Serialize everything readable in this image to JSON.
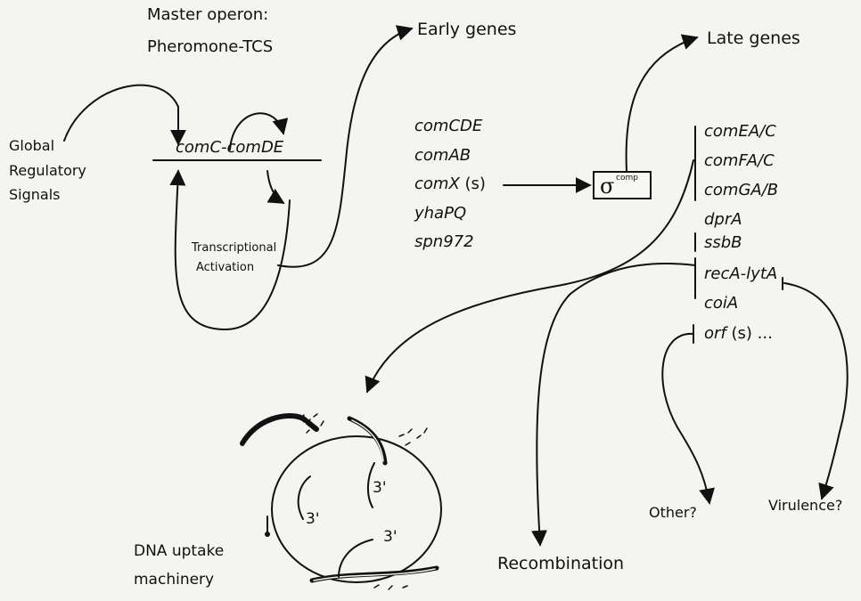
{
  "master": {
    "title_line1": "Master operon:",
    "title_line2": "Pheromone-TCS",
    "operon": "comC-comDE"
  },
  "global": {
    "line1": "Global",
    "line2": "Regulatory",
    "line3": "Signals"
  },
  "activation": {
    "line1": "Transcriptional",
    "line2": "Activation"
  },
  "early": {
    "title": "Early genes",
    "genes": [
      "comCDE",
      "comAB",
      "comX",
      "yhaPQ",
      "spn972"
    ],
    "comx_suffix": "(s)"
  },
  "sigma": {
    "symbol": "σ",
    "superscript": "comp"
  },
  "late": {
    "title": "Late genes",
    "genes": [
      "comEA/C",
      "comFA/C",
      "comGA/B",
      "dprA",
      "ssbB",
      "recA-lytA",
      "coiA",
      "orf"
    ],
    "orf_suffix": "(s) ..."
  },
  "outcomes": {
    "dna_uptake_line1": "DNA uptake",
    "dna_uptake_line2": "machinery",
    "recombination": "Recombination",
    "other": "Other?",
    "virulence": "Virulence?"
  },
  "strand_ends": [
    "3'",
    "3'",
    "3'"
  ]
}
